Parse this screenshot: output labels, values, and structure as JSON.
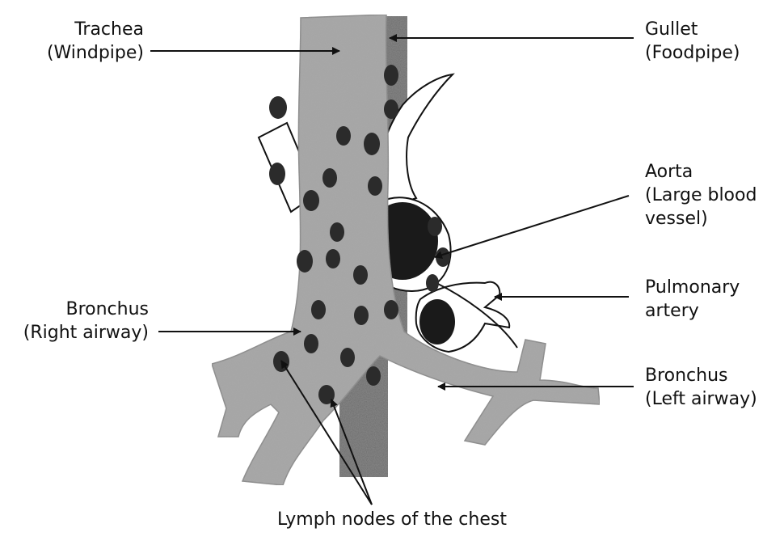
{
  "labels": {
    "trachea": {
      "line1": "Trachea",
      "line2": "(Windpipe)"
    },
    "gullet": {
      "line1": "Gullet",
      "line2": "(Foodpipe)"
    },
    "aorta": {
      "line1": "Aorta",
      "line2": "(Large blood",
      "line3": "vessel)"
    },
    "pulmonary_artery": {
      "line1": "Pulmonary",
      "line2": "artery"
    },
    "bronchus_right": {
      "line1": "Bronchus",
      "line2": "(Right airway)"
    },
    "bronchus_left": {
      "line1": "Bronchus",
      "line2": "(Left airway)"
    },
    "lymph_nodes": {
      "line1": "Lymph nodes of the chest"
    }
  },
  "colors": {
    "airway_fill": "#a9a9a9",
    "gullet_fill": "#6a6a6a",
    "node_fill": "#2b2b2b",
    "vessel_outline": "#111111",
    "vessel_lumen": "#1a1a1a",
    "arrow": "#111111"
  }
}
